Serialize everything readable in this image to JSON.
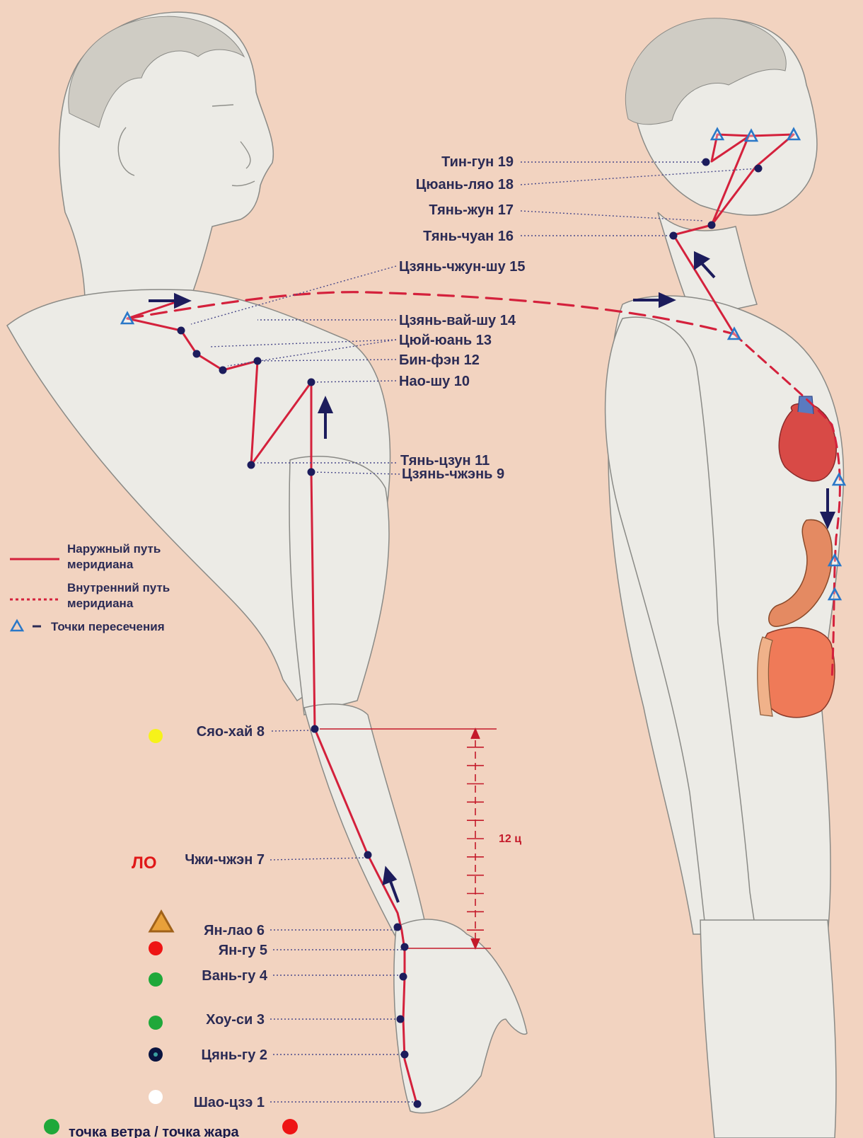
{
  "points": [
    {
      "name": "Тин-гун 19"
    },
    {
      "name": "Цюань-ляо 18"
    },
    {
      "name": "Тянь-жун 17"
    },
    {
      "name": "Тянь-чуан 16"
    },
    {
      "name": "Цзянь-чжун-шу 15"
    },
    {
      "name": "Цзянь-вай-шу 14"
    },
    {
      "name": "Цюй-юань 13"
    },
    {
      "name": "Бин-фэн 12"
    },
    {
      "name": "Нао-шу 10"
    },
    {
      "name": "Тянь-цзун 11"
    },
    {
      "name": "Цзянь-чжэнь 9"
    },
    {
      "name": "Сяо-хай 8"
    },
    {
      "name": "Чжи-чжэн 7"
    },
    {
      "name": "Ян-лао 6"
    },
    {
      "name": "Ян-гу 5"
    },
    {
      "name": "Вань-гу 4"
    },
    {
      "name": "Хоу-си 3"
    },
    {
      "name": "Цянь-гу 2"
    },
    {
      "name": "Шао-цзэ 1"
    }
  ],
  "ruler": {
    "label": "12 ц"
  },
  "markers": {
    "lo": "ЛО"
  },
  "legend": {
    "outer_line1": "Наружный путь",
    "outer_line2": "меридиана",
    "inner_line1": "Внутренний путь",
    "inner_line2": "меридиана",
    "intersection": "Точки пересечения"
  },
  "footer": {
    "text": "точка ветра  / точка жара"
  },
  "colors": {
    "background": "#f2d3c0",
    "meridian": "#d4213c",
    "point": "#1c1c5c",
    "intersection": "#2a78c8",
    "label": "#2b2b55"
  }
}
